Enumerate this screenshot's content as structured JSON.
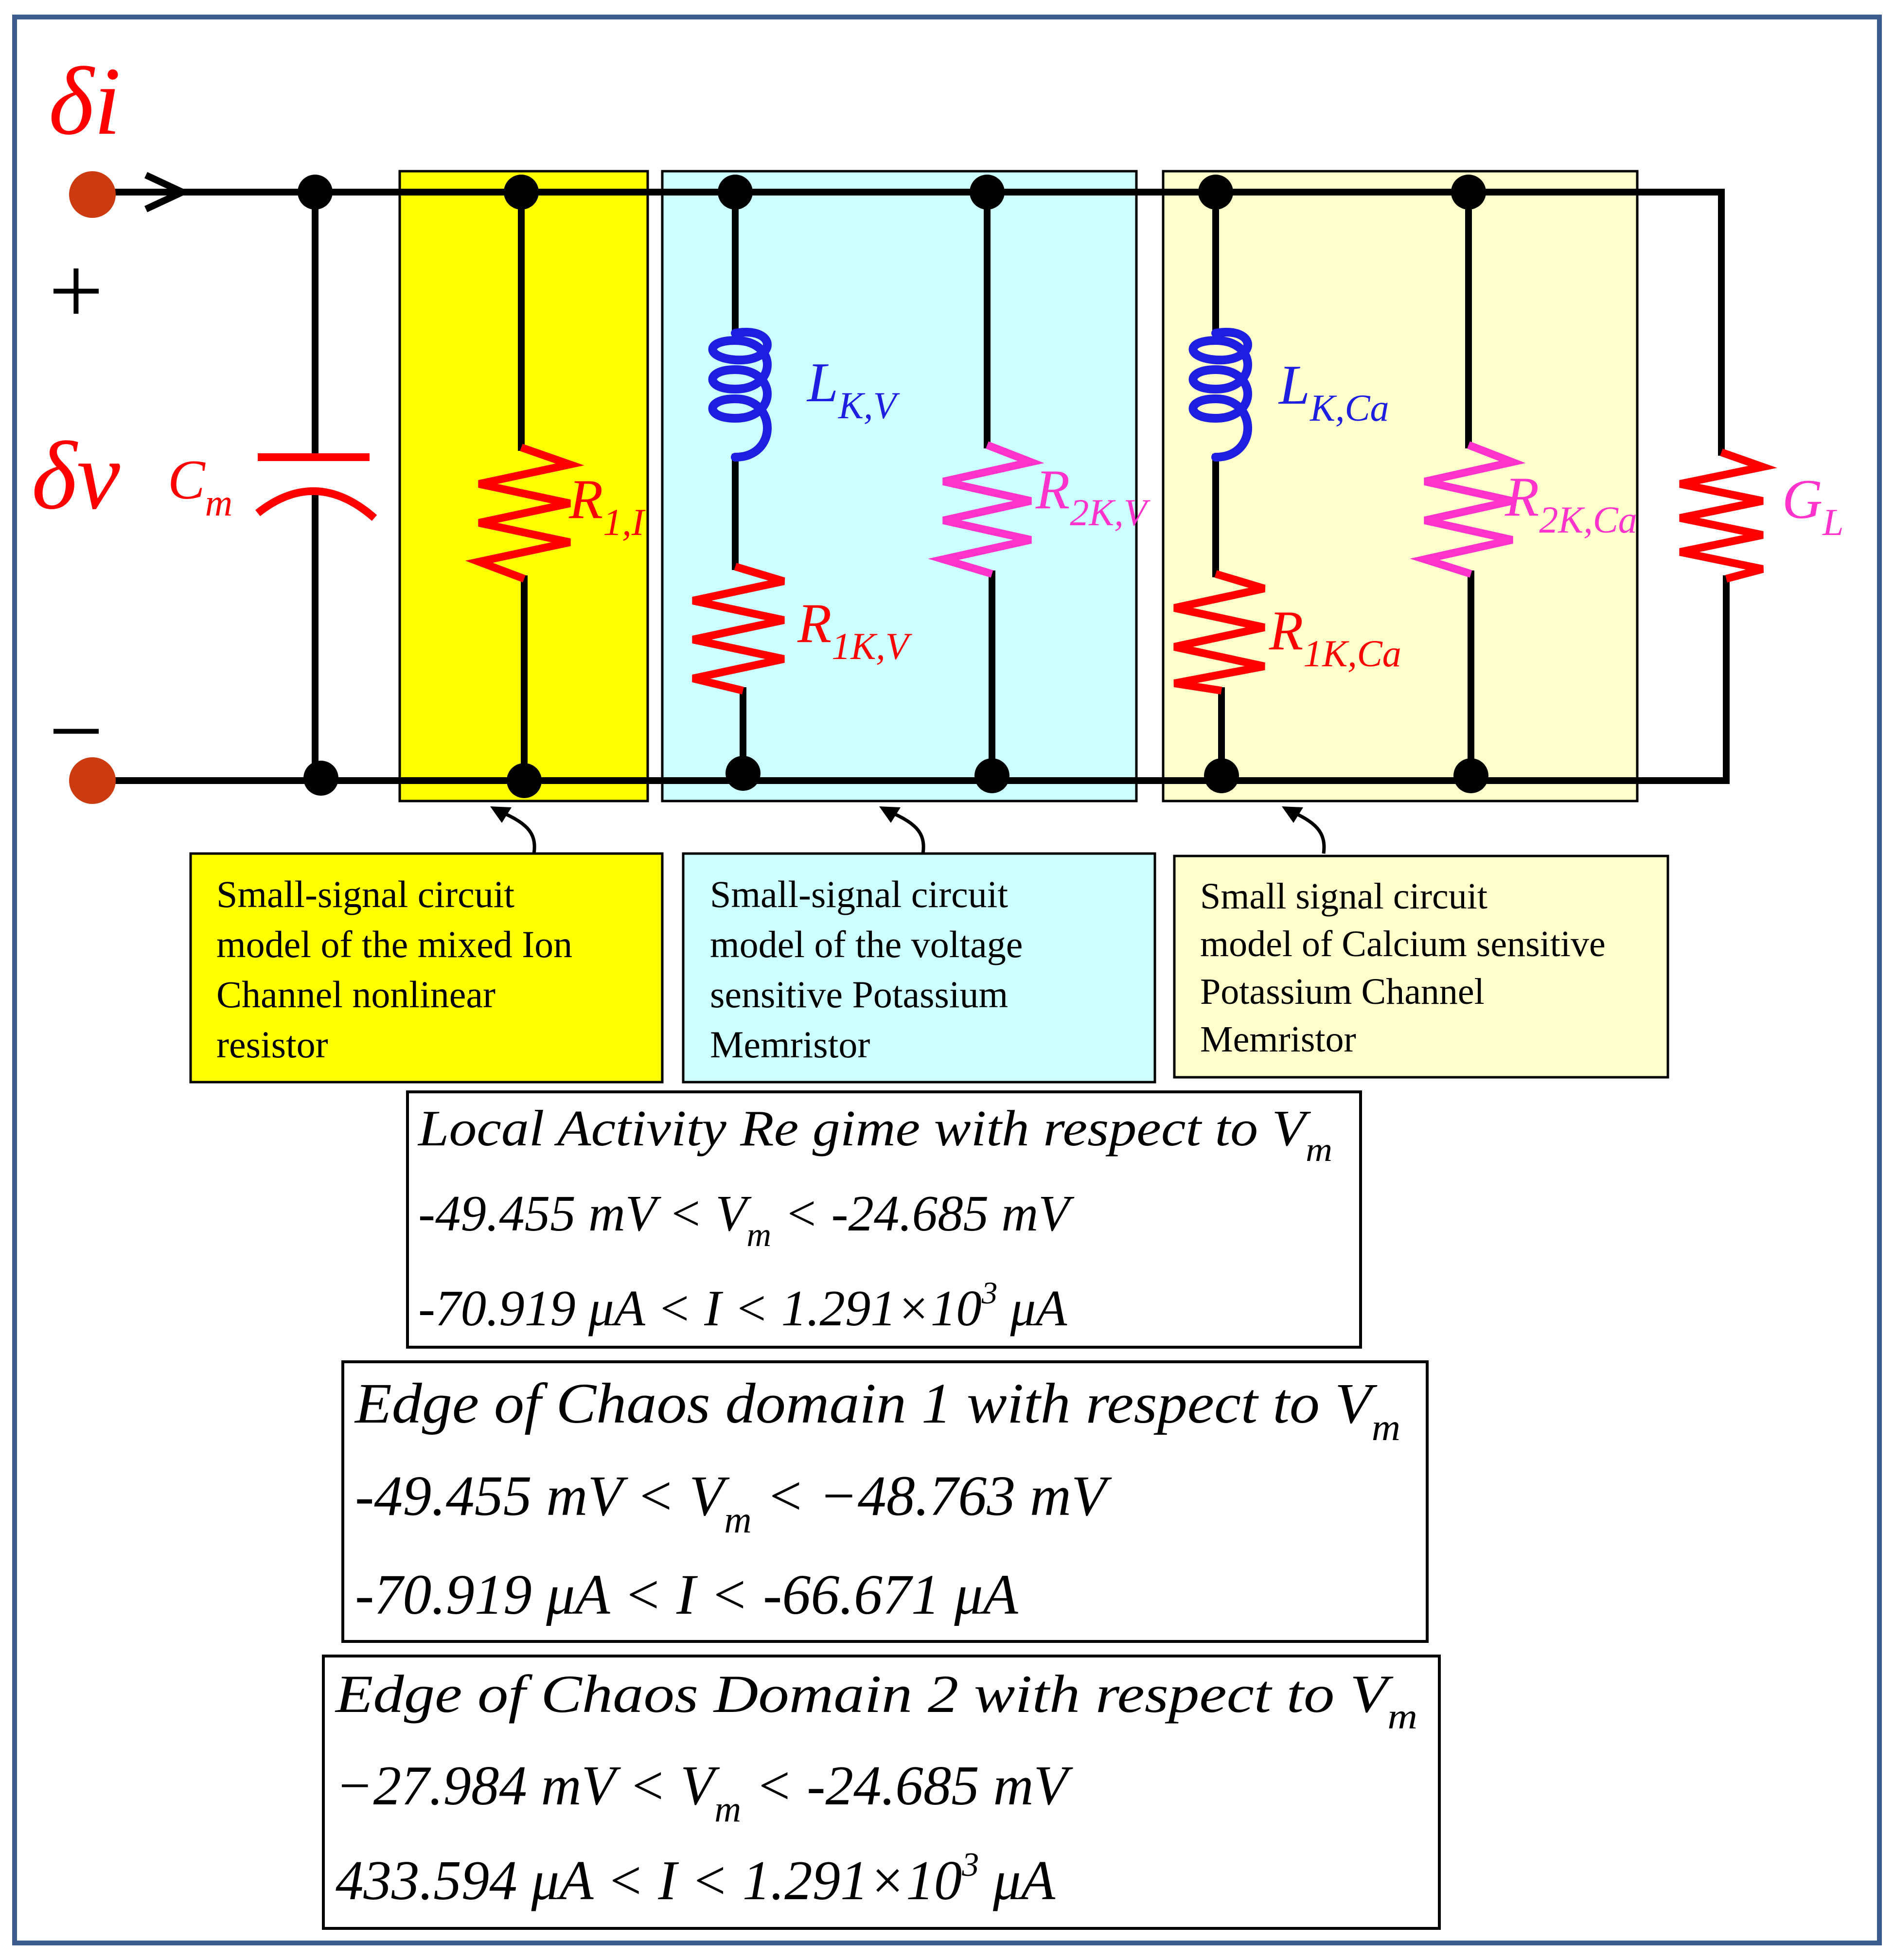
{
  "colors": {
    "frame": "#3b5b8c",
    "wire": "#000000",
    "red": "#ff0000",
    "blue": "#1e1ee0",
    "magenta": "#ff33cc",
    "terminal": "#cc3a10",
    "yellow_box": "#ffff00",
    "cyan_box": "#ccffff",
    "cream_box": "#ffffcc"
  },
  "circuit": {
    "current_label": "δi",
    "voltage_label": "δv",
    "plus": "+",
    "minus": "−",
    "Cm": {
      "main": "C",
      "sub": "m"
    },
    "R1I": {
      "main": "R",
      "sub": "1,I"
    },
    "LKV": {
      "main": "L",
      "sub": "K,V"
    },
    "R1KV": {
      "main": "R",
      "sub": "1K,V"
    },
    "R2KV": {
      "main": "R",
      "sub": "2K,V"
    },
    "LKCa": {
      "main": "L",
      "sub": "K,Ca"
    },
    "R1KCa": {
      "main": "R",
      "sub": "1K,Ca"
    },
    "R2KCa": {
      "main": "R",
      "sub": "2K,Ca"
    },
    "GL": {
      "main": "G",
      "sub": "L"
    }
  },
  "captions": {
    "mixed": [
      "Small-signal  circuit",
      "model of the mixed Ion",
      "Channel  nonlinear",
      "resistor"
    ],
    "voltage": [
      "Small-signal  circuit",
      "model of the  voltage",
      "sensitive  Potassium",
      "Memristor"
    ],
    "calcium": [
      "Small signal  circuit",
      "model of Calcium sensitive",
      "Potassium Channel",
      "Memristor"
    ]
  },
  "regimes": {
    "local": {
      "title": "Local  Activity Re gime with respect  to ",
      "title_var": {
        "main": "V",
        "sub": "m"
      },
      "line1_a": "-49.455 mV < ",
      "line1_var": {
        "main": "V",
        "sub": "m"
      },
      "line1_b": " < -24.685 mV",
      "line2_a": "-70.919 μA < I < 1.291×10",
      "line2_sup": "3",
      "line2_b": " μA"
    },
    "edge1": {
      "title": "Edge of  Chaos domain 1 with respect to ",
      "title_var": {
        "main": "V",
        "sub": "m"
      },
      "line1_a": "-49.455 mV < ",
      "line1_var": {
        "main": "V",
        "sub": "m"
      },
      "line1_b": " < −48.763 mV",
      "line2": "-70.919 μA < I < -66.671 μA"
    },
    "edge2": {
      "title": "Edge of  Chaos  Domain  2 with respect  to ",
      "title_var": {
        "main": "V",
        "sub": "m"
      },
      "line1_a": "−27.984 mV < ",
      "line1_var": {
        "main": "V",
        "sub": "m"
      },
      "line1_b": " < -24.685 mV",
      "line2_a": "433.594 μA < I < 1.291×10",
      "line2_sup": "3",
      "line2_b": " μA"
    }
  }
}
